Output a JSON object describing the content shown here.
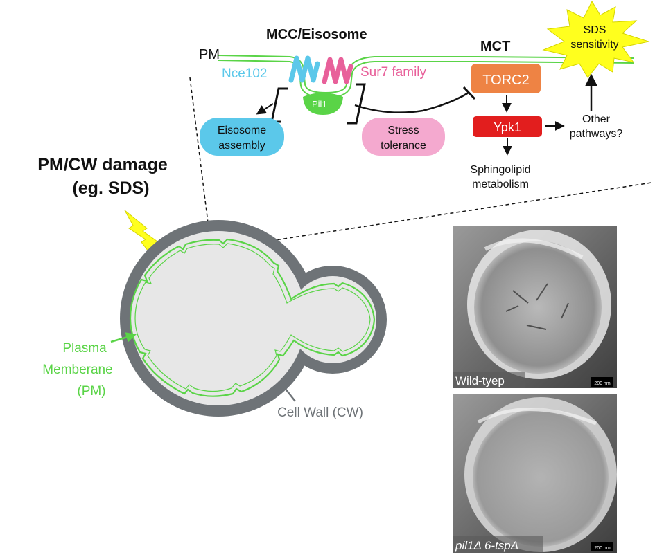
{
  "figure": {
    "top": {
      "mcc_eisosome": "MCC/Eisosome",
      "pm": "PM",
      "mct": "MCT",
      "nce102": "Nce102",
      "sur7_family": "Sur7 family",
      "pil1": "Pil1",
      "torc2": "TORC2",
      "ypk1": "Ypk1",
      "sds_sensitivity_l1": "SDS",
      "sds_sensitivity_l2": "sensitivity",
      "other_pathways_l1": "Other",
      "other_pathways_l2": "pathways?",
      "eisosome_assembly_l1": "Eisosome",
      "eisosome_assembly_l2": "assembly",
      "stress_tolerance_l1": "Stress",
      "stress_tolerance_l2": "tolerance",
      "sphingolipid_l1": "Sphingolipid",
      "sphingolipid_l2": "metabolism"
    },
    "left": {
      "damage_l1": "PM/CW damage",
      "damage_l2": "(eg. SDS)",
      "plasma_l1": "Plasma",
      "plasma_l2": "Memberane",
      "plasma_l3": "(PM)",
      "cell_wall": "Cell Wall (CW)"
    },
    "micrographs": {
      "wild_type": "Wild-tyep",
      "mutant": "pil1Δ 6-tspΔ",
      "scale_bar": "200 nm"
    },
    "colors": {
      "green": "#5ad447",
      "cyan": "#5bc8ea",
      "pink": "#e8609a",
      "orange": "#ee8344",
      "red": "#e21e1e",
      "yellow": "#ffff1e",
      "wall": "#6e7377",
      "cytoplasm": "#e7e7e7"
    }
  }
}
